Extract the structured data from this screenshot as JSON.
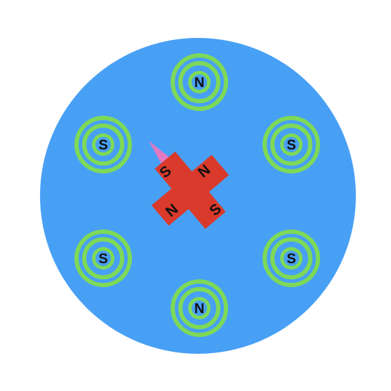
{
  "colors": {
    "disk": "#48a0f5",
    "ring": "#7ed957",
    "pole_center": "#48a0f5",
    "rotor": "#d93a2b",
    "pointer": "#e07ac2",
    "label": "#111111"
  },
  "stator_poles": [
    {
      "id": "top",
      "label": "N"
    },
    {
      "id": "upper-right",
      "label": "S"
    },
    {
      "id": "lower-right",
      "label": "S"
    },
    {
      "id": "bottom",
      "label": "N"
    },
    {
      "id": "lower-left",
      "label": "S"
    },
    {
      "id": "upper-left",
      "label": "S"
    }
  ],
  "rotor": {
    "arm_labels": [
      "N",
      "S",
      "N",
      "S"
    ],
    "pointer_icon": "arrow-pointer"
  }
}
